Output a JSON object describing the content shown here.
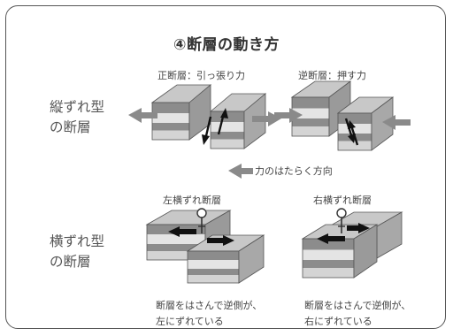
{
  "title": "④断層の動き方",
  "rows": [
    {
      "line1": "縦ずれ型",
      "line2": "の断層"
    },
    {
      "line1": "横ずれ型",
      "line2": "の断層"
    }
  ],
  "diagrams": {
    "normal": {
      "label": "正断層：引っ張り力"
    },
    "reverse": {
      "label": "逆断層：押す力"
    },
    "left_lateral": {
      "label": "左横ずれ断層",
      "caption1": "断層をはさんで逆側が、",
      "caption2": "左にずれている"
    },
    "right_lateral": {
      "label": "右横ずれ断層",
      "caption1": "断層をはさんで逆側が、",
      "caption2": "右にずれている"
    }
  },
  "legend": {
    "force_direction": "力のはたらく方向"
  },
  "colors": {
    "top": "#c8c8c8",
    "front_dark": "#8c8c8c",
    "front_light": "#e4e4e4",
    "arrow": "#8a8a8a",
    "motion": "#111111"
  }
}
